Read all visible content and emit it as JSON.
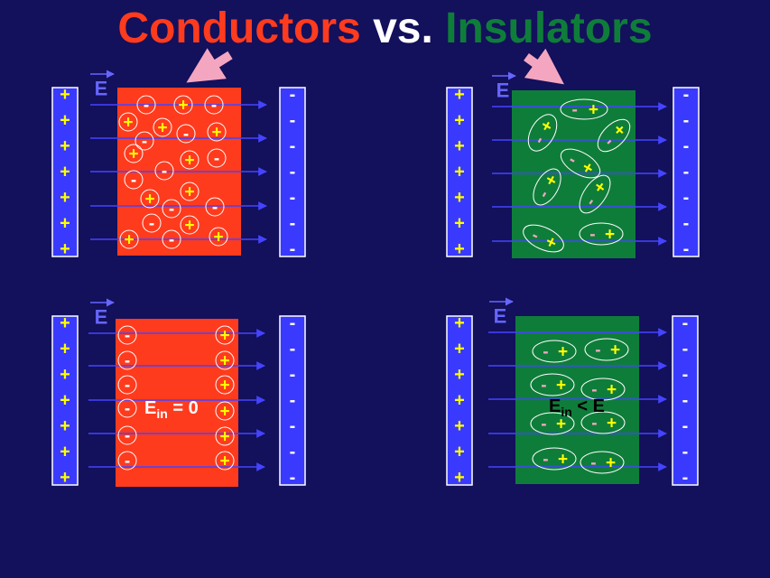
{
  "title": {
    "part1": "Conductors",
    "part2": "vs.",
    "part3": "Insulators"
  },
  "field_label": "E",
  "plate_plus_symbol": "+",
  "plate_minus_symbol": "-",
  "charge_plus": "+",
  "charge_minus": "-",
  "conductor_inside_label": {
    "main": "E",
    "sub": "in",
    "rest": " = 0"
  },
  "insulator_inside_label": {
    "main": "E",
    "sub": "in",
    "rest": " < E"
  },
  "colors": {
    "background": "#13105c",
    "conductor": "#ff3b1e",
    "insulator": "#0f7d3a",
    "plate": "#3a3aff",
    "field_line": "#4444ff",
    "arrow_pink": "#f4a6c0"
  }
}
